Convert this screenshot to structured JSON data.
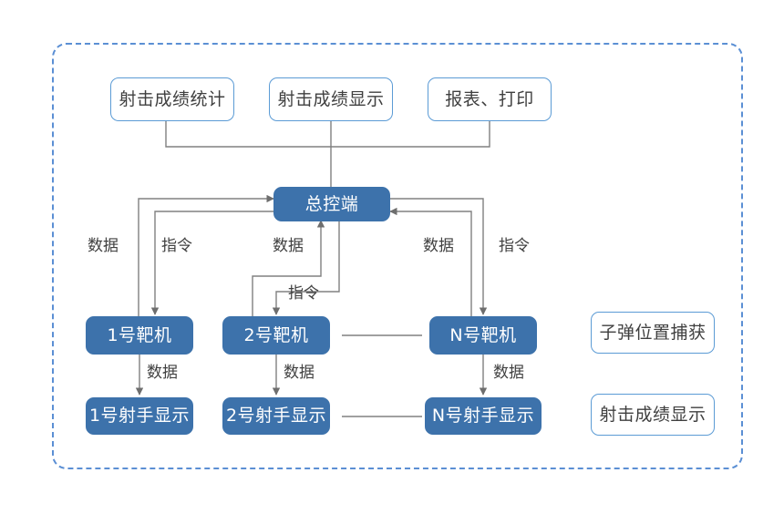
{
  "diagram": {
    "title_visible": false,
    "colors": {
      "frame_border": "#5b8fd4",
      "outline_node_border": "#5b9bd5",
      "outline_node_text": "#3f3f3f",
      "filled_node_fill": "#3d72ab",
      "filled_node_text": "#ffffff",
      "connector": "#808080",
      "label_text": "#404040",
      "background": "#ffffff"
    },
    "nodes": {
      "top_row": [
        {
          "id": "shooting-score-stats",
          "label": "射击成绩统计",
          "style": "outline"
        },
        {
          "id": "shooting-score-display-top",
          "label": "射击成绩显示",
          "style": "outline"
        },
        {
          "id": "report-print",
          "label": "报表、打印",
          "style": "outline"
        }
      ],
      "controller": {
        "id": "master-control",
        "label": "总控端",
        "style": "filled"
      },
      "target_row": [
        {
          "id": "target-machine-1",
          "label": "1号靶机",
          "style": "filled"
        },
        {
          "id": "target-machine-2",
          "label": "2号靶机",
          "style": "filled"
        },
        {
          "id": "target-machine-n",
          "label": "N号靶机",
          "style": "filled"
        }
      ],
      "shooter_row": [
        {
          "id": "shooter-display-1",
          "label": "1号射手显示",
          "style": "filled"
        },
        {
          "id": "shooter-display-2",
          "label": "2号射手显示",
          "style": "filled"
        },
        {
          "id": "shooter-display-n",
          "label": "N号射手显示",
          "style": "filled"
        }
      ],
      "legend": [
        {
          "id": "bullet-position-capture",
          "label": "子弹位置捕获",
          "style": "outline"
        },
        {
          "id": "shooting-score-display-legend",
          "label": "射击成绩显示",
          "style": "outline"
        }
      ]
    },
    "edge_labels": [
      {
        "id": "label-data-1",
        "text": "数据"
      },
      {
        "id": "label-command-1",
        "text": "指令"
      },
      {
        "id": "label-data-2",
        "text": "数据"
      },
      {
        "id": "label-command-2",
        "text": "指令"
      },
      {
        "id": "label-data-n",
        "text": "数据"
      },
      {
        "id": "label-command-n",
        "text": "指令"
      },
      {
        "id": "label-data-shooter-1",
        "text": "数据"
      },
      {
        "id": "label-data-shooter-2",
        "text": "数据"
      },
      {
        "id": "label-data-shooter-n",
        "text": "数据"
      }
    ]
  }
}
